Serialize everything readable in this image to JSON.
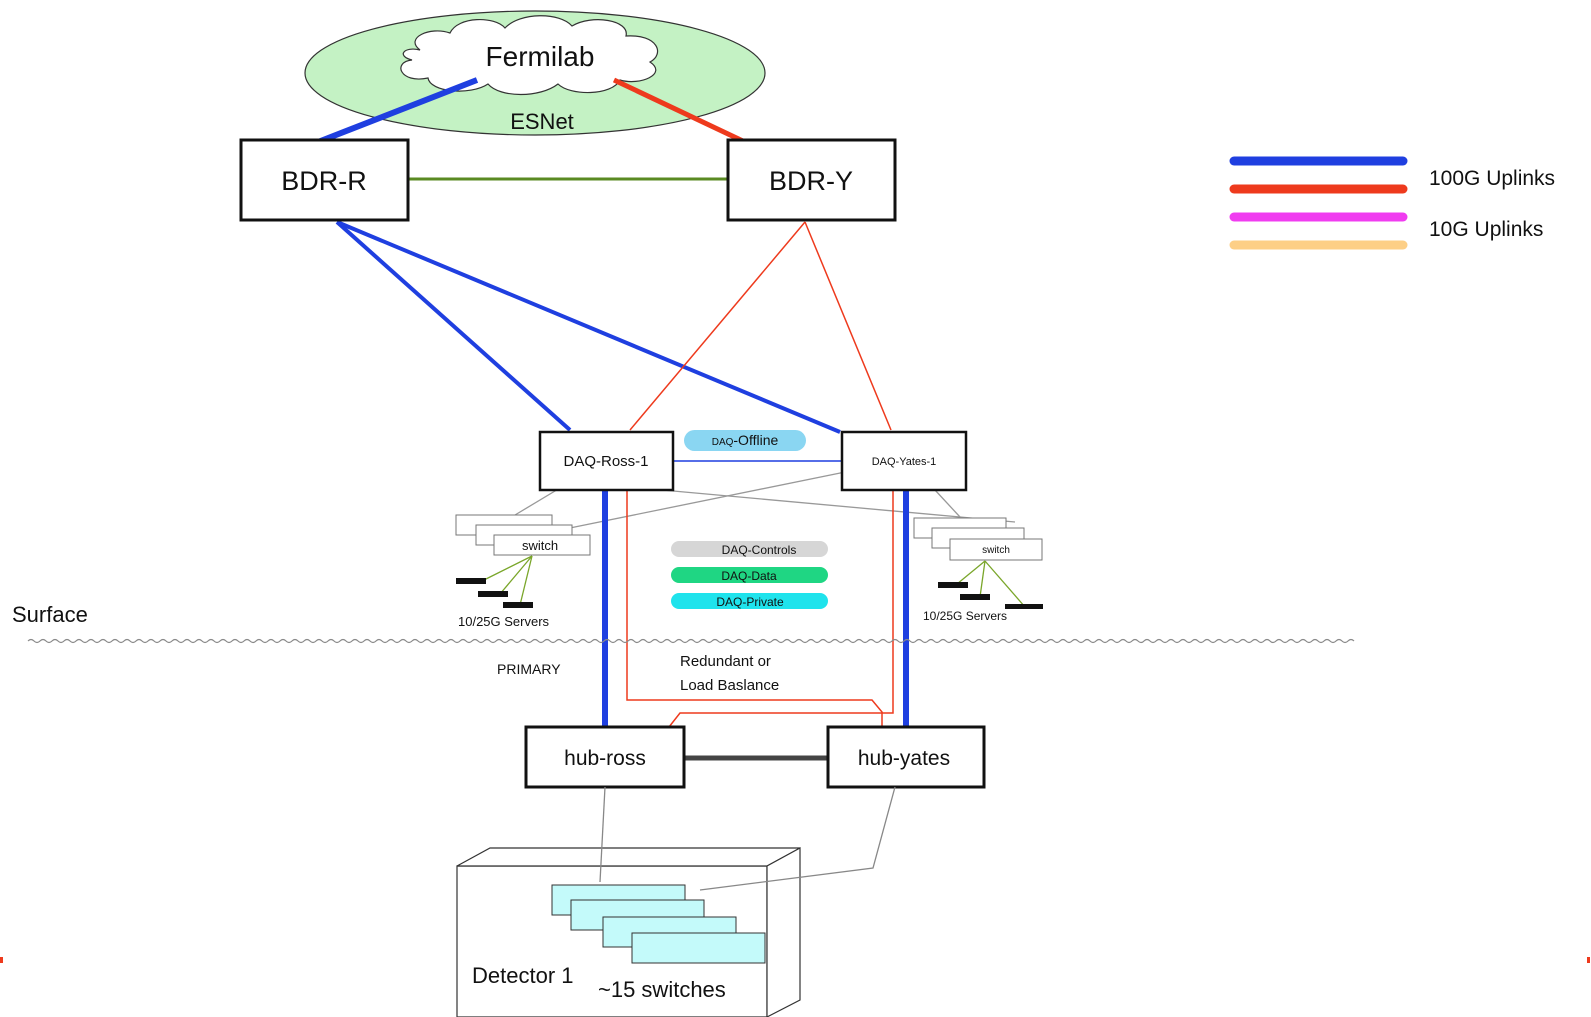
{
  "cloud": {
    "name": "Fermilab",
    "network": "ESNet"
  },
  "border_routers": {
    "r": "BDR-R",
    "y": "BDR-Y"
  },
  "daq_switches": {
    "ross": "DAQ-Ross-1",
    "yates": "DAQ-Yates-1"
  },
  "vlans": {
    "offline_prefix": "DAQ",
    "offline_suffix": "-Offline",
    "controls": "DAQ-Controls",
    "data": "DAQ-Data",
    "private": "DAQ-Private"
  },
  "switch_groups": {
    "left_switch": "switch",
    "right_switch": "switch",
    "left_servers": "10/25G Servers",
    "right_servers": "10/25G Servers"
  },
  "surface_label": "Surface",
  "notes": {
    "primary": "PRIMARY",
    "redundant_line1": "Redundant or",
    "redundant_line2": "Load Baslance"
  },
  "hubs": {
    "ross": "hub-ross",
    "yates": "hub-yates"
  },
  "detector": {
    "name": "Detector 1",
    "switches": "~15 switches"
  },
  "legend": {
    "label_100g": "100G Uplinks",
    "label_10g": "10G Uplinks"
  },
  "colors": {
    "blue_uplink": "#1f3fe0",
    "red_uplink": "#ee3a1d",
    "magenta_uplink": "#f03cf0",
    "orange_uplink": "#fdcf86",
    "green_link": "#5a8a22",
    "esnet_fill": "#c4f2c4",
    "offline_pill": "#8ad6f2",
    "controls_pill": "#d6d6d6",
    "data_pill": "#1fd683",
    "private_pill": "#1fe3ec",
    "detector_switch": "#c4fafa"
  }
}
